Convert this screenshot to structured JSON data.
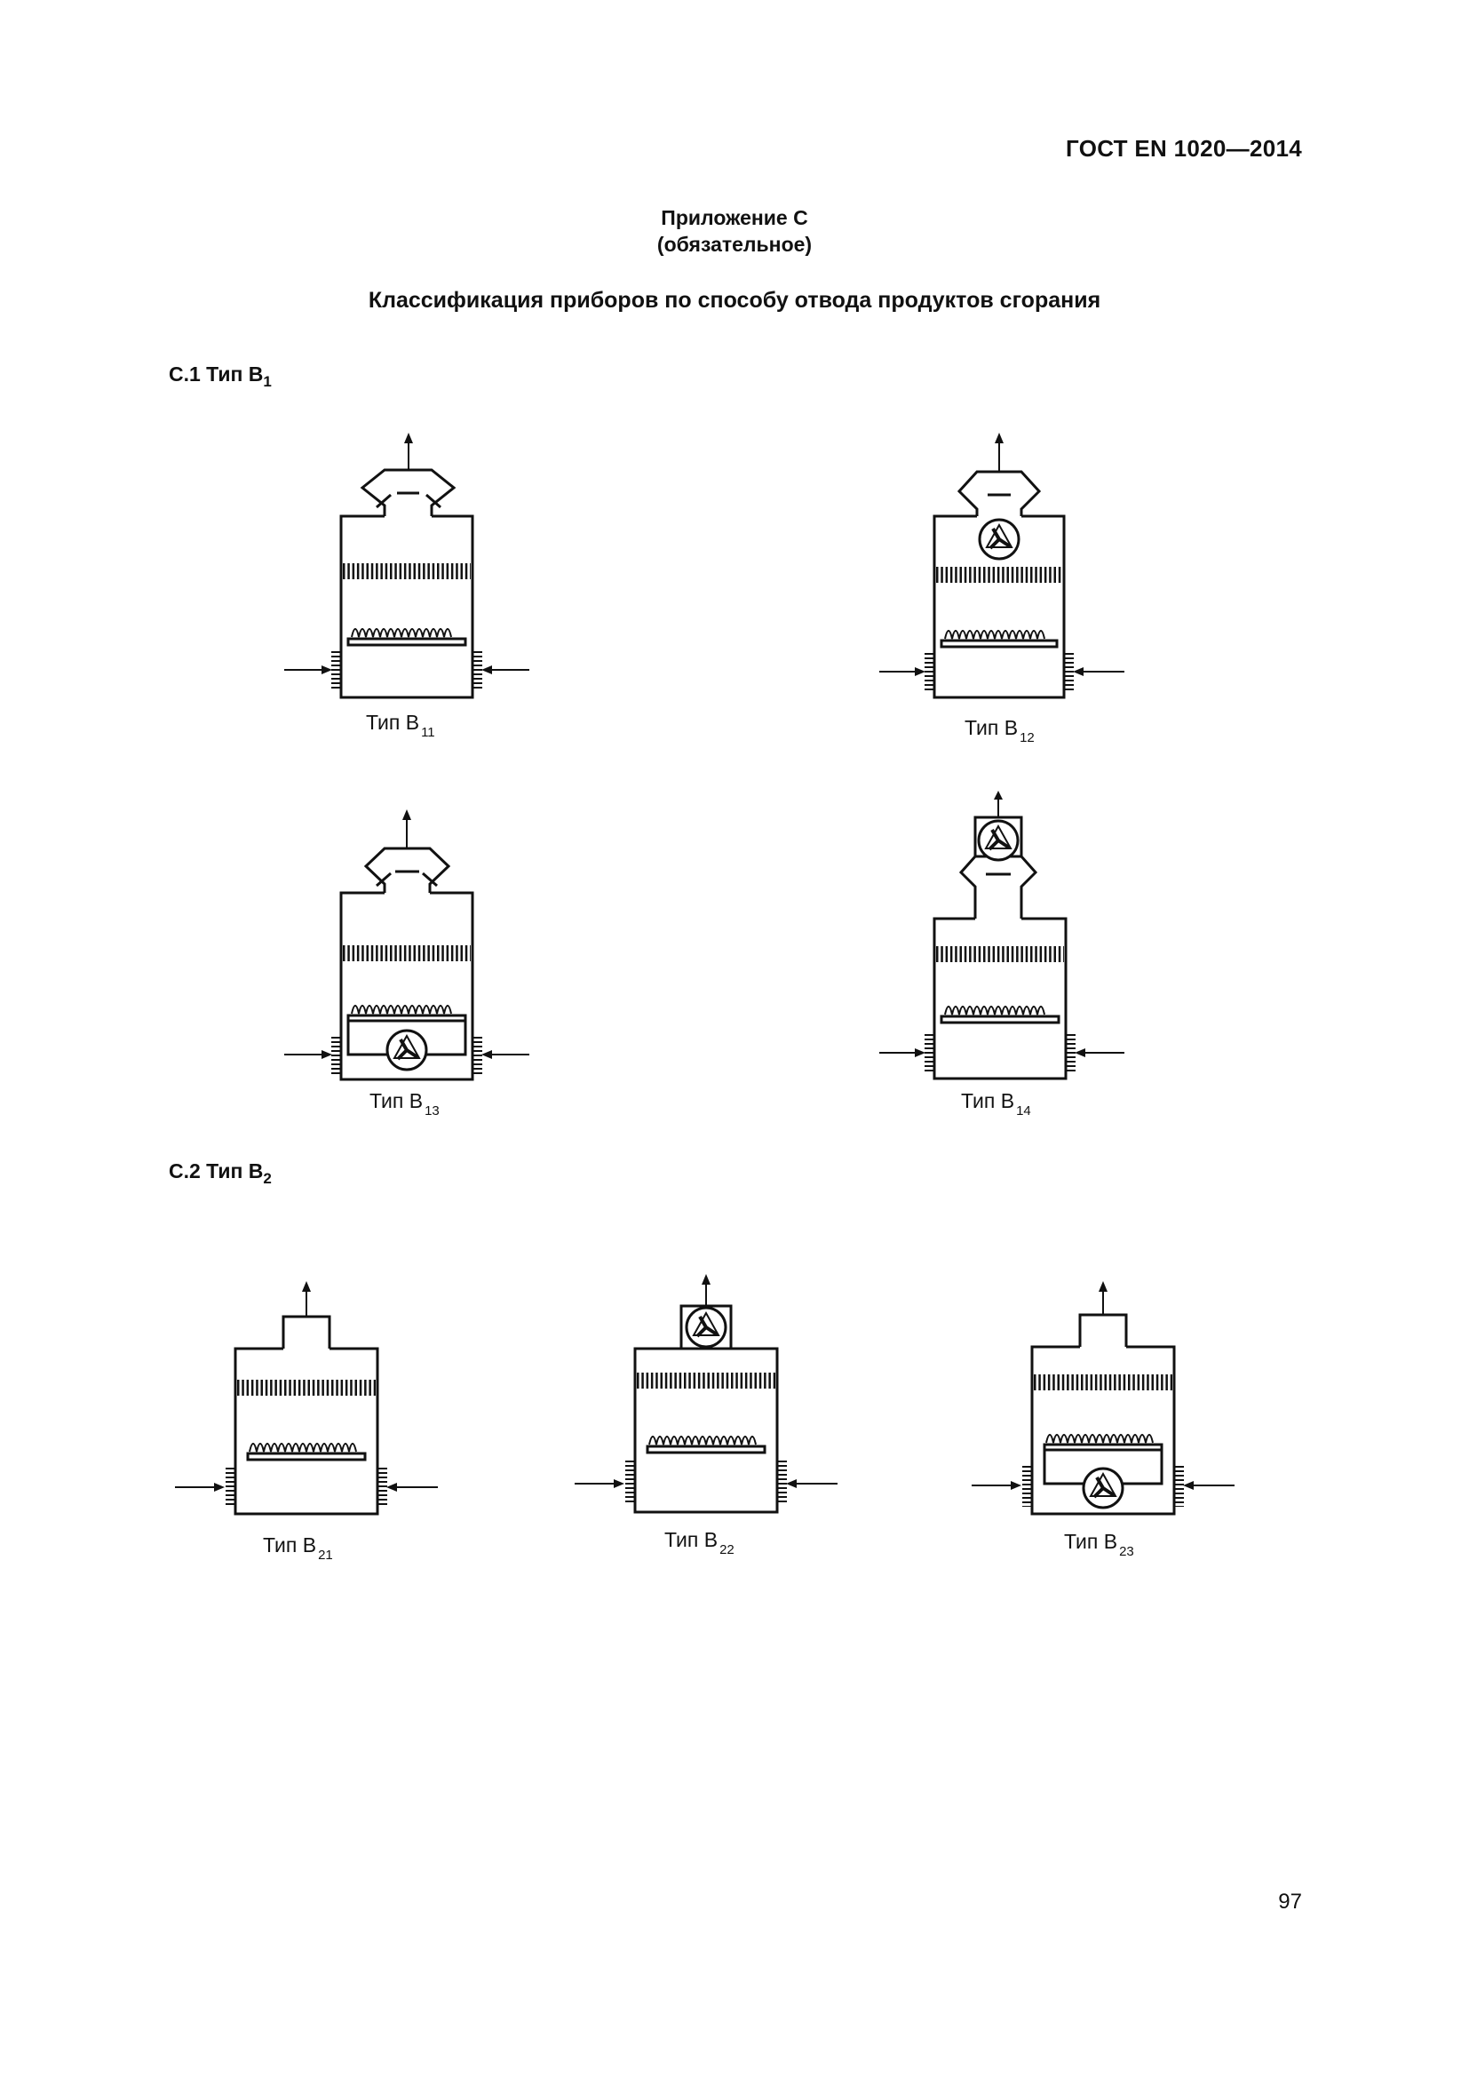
{
  "header": {
    "standard": "ГОСТ EN 1020—2014"
  },
  "annex": {
    "title": "Приложение С",
    "status": "(обязательное)",
    "heading": "Классификация приборов по способу отвода продуктов сгорания"
  },
  "sections": [
    {
      "label": "С.1 Тип B",
      "sub": "1"
    },
    {
      "label": "С.2 Тип B",
      "sub": "2"
    }
  ],
  "figures": [
    {
      "name": "Тип B",
      "sub": "11",
      "draft_hood": true,
      "fan": "none"
    },
    {
      "name": "Тип B",
      "sub": "12",
      "draft_hood": true,
      "fan": "before-hood"
    },
    {
      "name": "Тип B",
      "sub": "13",
      "draft_hood": true,
      "fan": "below-burner"
    },
    {
      "name": "Тип B",
      "sub": "14",
      "draft_hood": true,
      "fan": "after-hood"
    },
    {
      "name": "Тип B",
      "sub": "21",
      "draft_hood": false,
      "fan": "none"
    },
    {
      "name": "Тип B",
      "sub": "22",
      "draft_hood": false,
      "fan": "flue-outlet"
    },
    {
      "name": "Тип B",
      "sub": "23",
      "draft_hood": false,
      "fan": "below-burner"
    }
  ],
  "page": {
    "number": "97"
  }
}
